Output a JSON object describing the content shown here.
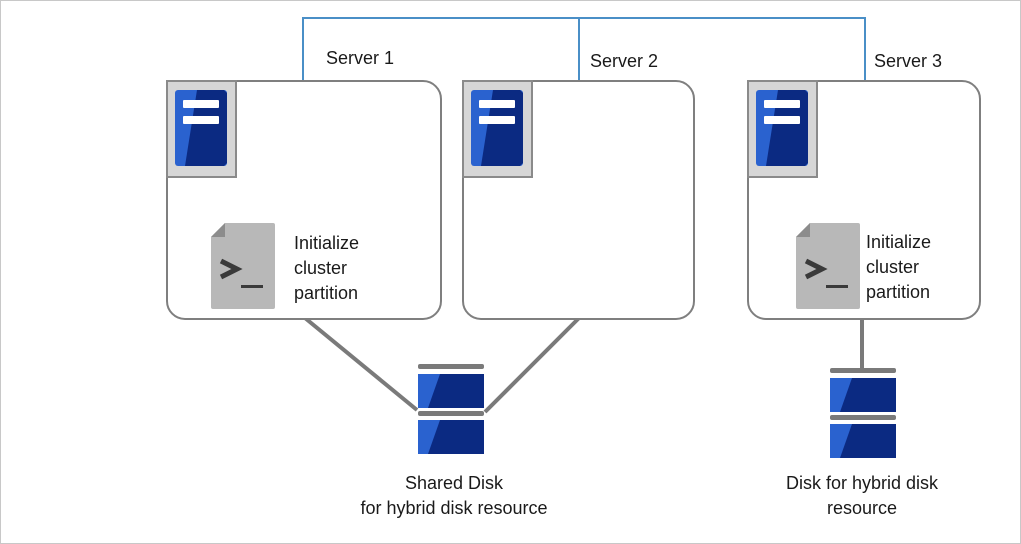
{
  "servers": [
    {
      "label": "Server 1",
      "action": "Initialize\ncluster\npartition"
    },
    {
      "label": "Server 2",
      "action": ""
    },
    {
      "label": "Server 3",
      "action": "Initialize\ncluster\npartition"
    }
  ],
  "disks": {
    "shared": "Shared Disk\nfor hybrid disk resource",
    "hybrid": "Disk for hybrid disk\nresource"
  },
  "icons": {
    "server": "server-icon",
    "command": "terminal-command-icon",
    "disk": "disk-icon"
  },
  "colors": {
    "network_line": "#4a8fc7",
    "box_border": "#7f7f7f",
    "connector": "#7a7a7a",
    "server_blue": "#1f4fb5",
    "server_dark": "#0b2a82",
    "command_gray": "#b8b8b8"
  }
}
